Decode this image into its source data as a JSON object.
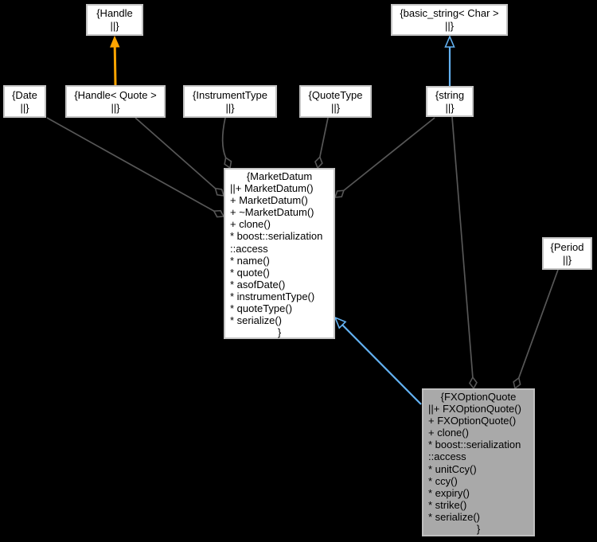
{
  "diagram": {
    "type": "uml-collaboration-graph",
    "background_color": "#000000",
    "colors": {
      "node_fill": "#ffffff",
      "node_border": "#c4c4c4",
      "highlight_node_fill": "#a9a9a9",
      "text": "#000000",
      "aggregation_edge": "#575757",
      "inheritance_edge": "#63b1f1",
      "template_edge": "#ffa500"
    },
    "nodes": {
      "handle": {
        "lines": [
          "{Handle",
          "||}"
        ]
      },
      "basic_string": {
        "lines": [
          "{basic_string< Char >",
          "||}"
        ]
      },
      "date": {
        "lines": [
          "{Date",
          "||}"
        ]
      },
      "handle_quote": {
        "lines": [
          "{Handle< Quote >",
          "||}"
        ]
      },
      "instrument_type": {
        "lines": [
          "{InstrumentType",
          "||}"
        ]
      },
      "quote_type": {
        "lines": [
          "{QuoteType",
          "||}"
        ]
      },
      "string": {
        "lines": [
          "{string",
          "||}"
        ]
      },
      "period": {
        "lines": [
          "{Period",
          "||}"
        ]
      },
      "market_datum": {
        "lines": [
          "{MarketDatum",
          "||+ MarketDatum()",
          "+ MarketDatum()",
          "+ ~MarketDatum()",
          "+ clone()",
          "* boost::serialization",
          "::access",
          "* name()",
          "* quote()",
          "* asofDate()",
          "* instrumentType()",
          "* quoteType()",
          "* serialize()",
          "}"
        ]
      },
      "fx_option_quote": {
        "lines": [
          "{FXOptionQuote",
          "||+ FXOptionQuote()",
          "+ FXOptionQuote()",
          "+ clone()",
          "* boost::serialization",
          "::access",
          "* unitCcy()",
          "* ccy()",
          "* expiry()",
          "* strike()",
          "* serialize()",
          "}"
        ]
      }
    },
    "edges": [
      {
        "from": "handle_quote",
        "to": "handle",
        "relation": "template-instance"
      },
      {
        "from": "string",
        "to": "basic_string",
        "relation": "inheritance"
      },
      {
        "from": "fx_option_quote",
        "to": "market_datum",
        "relation": "inheritance"
      },
      {
        "from": "date",
        "to": "market_datum",
        "relation": "aggregation"
      },
      {
        "from": "handle_quote",
        "to": "market_datum",
        "relation": "aggregation"
      },
      {
        "from": "instrument_type",
        "to": "market_datum",
        "relation": "aggregation"
      },
      {
        "from": "quote_type",
        "to": "market_datum",
        "relation": "aggregation"
      },
      {
        "from": "string",
        "to": "market_datum",
        "relation": "aggregation"
      },
      {
        "from": "string",
        "to": "fx_option_quote",
        "relation": "aggregation"
      },
      {
        "from": "period",
        "to": "fx_option_quote",
        "relation": "aggregation"
      }
    ]
  }
}
